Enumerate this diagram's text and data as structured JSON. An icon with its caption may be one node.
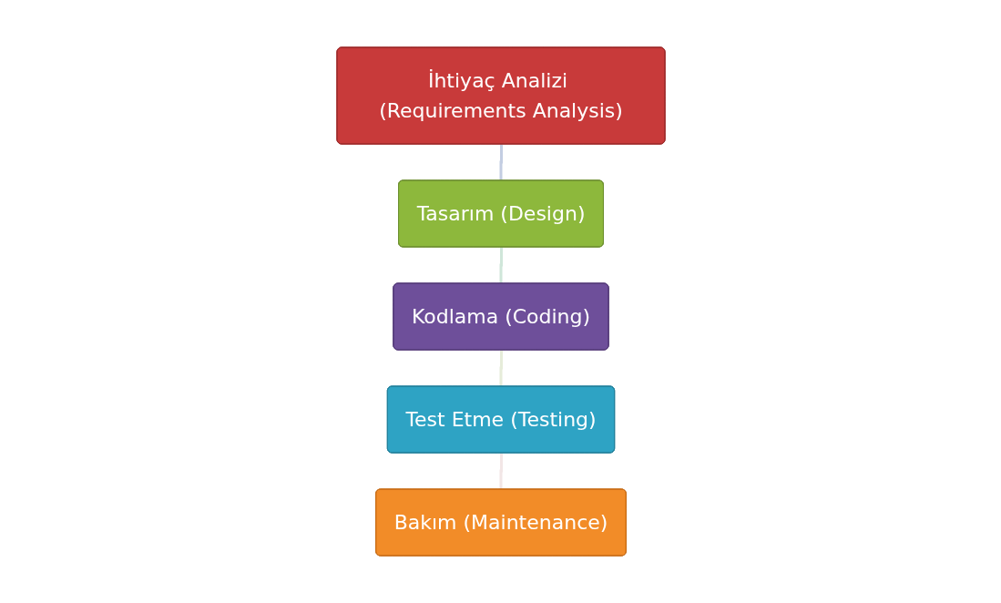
{
  "diagram": {
    "nodes": [
      {
        "text": [
          "İhtiyaç Analizi (Requirements Analysis)"
        ]
      },
      {
        "text": [
          "Tasarım (Design)"
        ]
      },
      {
        "text": [
          "Kodlama (Coding)"
        ]
      },
      {
        "text": [
          "Test Etme (Testing)"
        ]
      },
      {
        "text": [
          "Bakım (Maintenance)"
        ]
      }
    ],
    "edges": [
      {
        "from": 0,
        "to": 1,
        "arrow": "none",
        "color": "#c3cde2"
      },
      {
        "from": 1,
        "to": 2,
        "arrow": "none",
        "color": "#cfe6d9"
      },
      {
        "from": 2,
        "to": 3,
        "arrow": "none",
        "color": "#e6ecd9"
      },
      {
        "from": 3,
        "to": 4,
        "arrow": "none",
        "color": "#f2e6e6"
      }
    ]
  }
}
